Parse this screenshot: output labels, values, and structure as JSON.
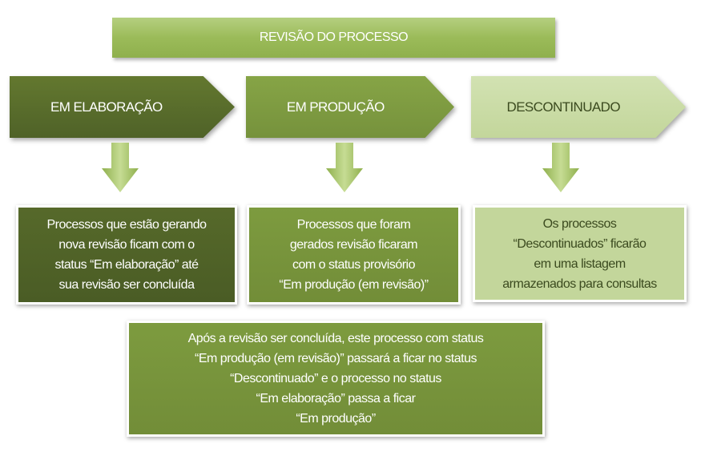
{
  "title": "REVISÃO DO PROCESSO",
  "stages": [
    {
      "label": "EM ELABORAÇÃO",
      "lines": [
        "Processos que estão gerando",
        "nova revisão ficam com o",
        "status “Em elaboração” até",
        "sua revisão ser concluída"
      ]
    },
    {
      "label": "EM PRODUÇÃO",
      "lines": [
        "Processos que foram",
        "gerados revisão ficaram",
        "com o status provisório",
        "“Em produção (em revisão)”"
      ]
    },
    {
      "label": "DESCONTINUADO",
      "lines": [
        "Os processos",
        "“Descontinuados” ficarão",
        "em uma listagem",
        "armazenados para consultas"
      ]
    }
  ],
  "summary": {
    "lines": [
      "Após a revisão ser concluída, este processo com status",
      "“Em produção (em revisão)” passará a ficar no status",
      "“Descontinuado” e o processo no status",
      "“Em elaboração” passa a ficar",
      "“Em produção”"
    ]
  },
  "colors": {
    "dark": "#4f6228",
    "mid": "#76923c",
    "light": "#c3d69b",
    "title": "#9bbb59"
  }
}
